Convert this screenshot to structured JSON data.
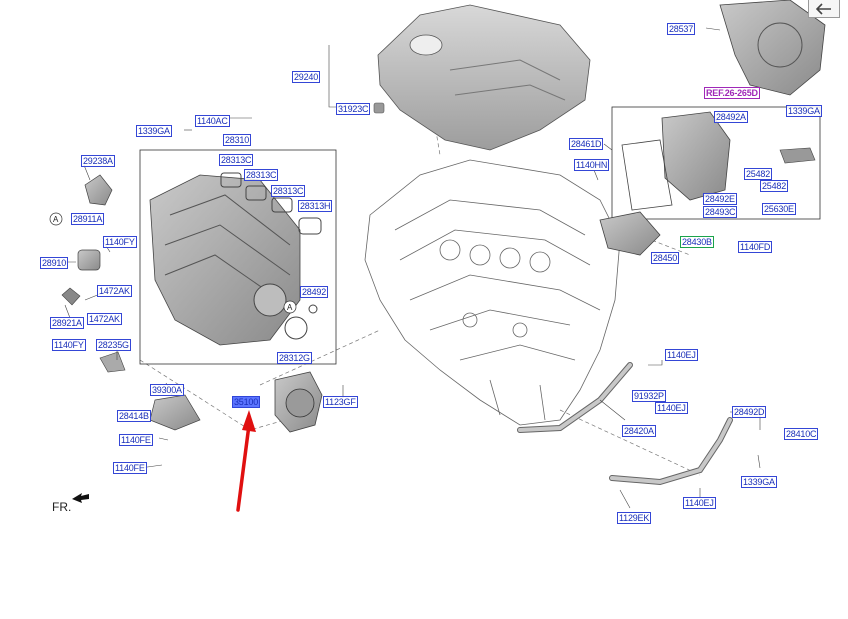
{
  "labels": [
    {
      "id": "p28537",
      "text": "28537"
    },
    {
      "id": "pref",
      "text": "REF.26-265D"
    },
    {
      "id": "p1339ga_tr",
      "text": "1339GA"
    },
    {
      "id": "p29240",
      "text": "29240"
    },
    {
      "id": "p31923c",
      "text": "31923C"
    },
    {
      "id": "p1140ac",
      "text": "1140AC"
    },
    {
      "id": "p1339ga_l",
      "text": "1339GA"
    },
    {
      "id": "p28310",
      "text": "28310"
    },
    {
      "id": "p28313c1",
      "text": "28313C"
    },
    {
      "id": "p28313c2",
      "text": "28313C"
    },
    {
      "id": "p28313c3",
      "text": "28313C"
    },
    {
      "id": "p28313h",
      "text": "28313H"
    },
    {
      "id": "p29238a",
      "text": "29238A"
    },
    {
      "id": "p28911a",
      "text": "28911A"
    },
    {
      "id": "p1140fy1",
      "text": "1140FY"
    },
    {
      "id": "p28910",
      "text": "28910"
    },
    {
      "id": "p1472ak1",
      "text": "1472AK"
    },
    {
      "id": "p1472ak2",
      "text": "1472AK"
    },
    {
      "id": "p28921a",
      "text": "28921A"
    },
    {
      "id": "p1140fy2",
      "text": "1140FY"
    },
    {
      "id": "p28235g",
      "text": "28235G"
    },
    {
      "id": "p28492",
      "text": "28492"
    },
    {
      "id": "p28312g",
      "text": "28312G"
    },
    {
      "id": "p39300a",
      "text": "39300A"
    },
    {
      "id": "p35100",
      "text": "35100"
    },
    {
      "id": "p1123gf",
      "text": "1123GF"
    },
    {
      "id": "p28414b",
      "text": "28414B"
    },
    {
      "id": "p1140fe1",
      "text": "1140FE"
    },
    {
      "id": "p1140fe2",
      "text": "1140FE"
    },
    {
      "id": "p28461d",
      "text": "28461D"
    },
    {
      "id": "p1140hn",
      "text": "1140HN"
    },
    {
      "id": "p28492a",
      "text": "28492A"
    },
    {
      "id": "p25482a",
      "text": "25482"
    },
    {
      "id": "p25482b",
      "text": "25482"
    },
    {
      "id": "p28492e",
      "text": "28492E"
    },
    {
      "id": "p28493c",
      "text": "28493C"
    },
    {
      "id": "p25630e",
      "text": "25630E"
    },
    {
      "id": "p28430b",
      "text": "28430B"
    },
    {
      "id": "p1140fd",
      "text": "1140FD"
    },
    {
      "id": "p28450",
      "text": "28450"
    },
    {
      "id": "p1140ej1",
      "text": "1140EJ"
    },
    {
      "id": "p91932p",
      "text": "91932P"
    },
    {
      "id": "p1140ej2",
      "text": "1140EJ"
    },
    {
      "id": "p28420a",
      "text": "28420A"
    },
    {
      "id": "p28492d",
      "text": "28492D"
    },
    {
      "id": "p28410c",
      "text": "28410C"
    },
    {
      "id": "p1339ga_b",
      "text": "1339GA"
    },
    {
      "id": "p1140ej3",
      "text": "1140EJ"
    },
    {
      "id": "p1129ek",
      "text": "1129EK"
    }
  ],
  "callout_a1": "A",
  "callout_a2": "A",
  "front_marker": "FR.",
  "icons": {
    "back": "arrow-left-icon",
    "front_arrow": "arrow-icon",
    "red_arrow": "red-pointer-arrow"
  },
  "colors": {
    "label_text": "#1a2fb8",
    "label_border": "#3446d6",
    "selected_fill": "#5b74ff",
    "ref": "#a028b8",
    "pointer": "#e01010"
  }
}
